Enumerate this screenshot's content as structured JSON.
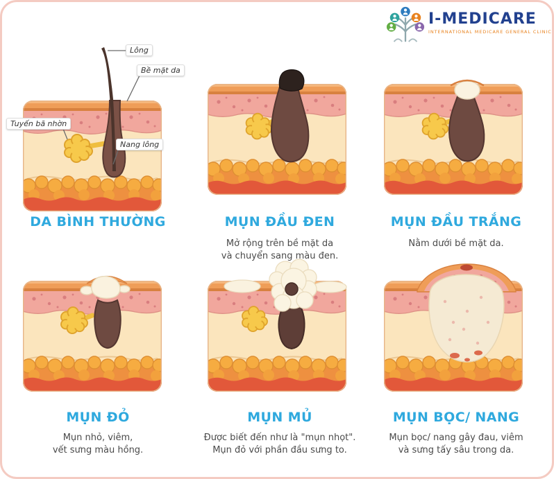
{
  "logo": {
    "title": "I-MEDICARE",
    "subtitle": "International Medicare General Clinic"
  },
  "panels": [
    {
      "id": "normal-skin",
      "title": "DA BÌNH THƯỜNG",
      "labels": {
        "hair": "Lông",
        "surface": "Bề mặt da",
        "gland": "Tuyến bã nhờn",
        "follicle": "Nang lông"
      }
    },
    {
      "id": "blackhead",
      "title": "MỤN ĐẦU ĐEN",
      "caption": "Mở rộng trên bề mặt da\nvà chuyển sang màu đen."
    },
    {
      "id": "whitehead",
      "title": "MỤN ĐẦU TRẮNG",
      "caption": "Nằm dưới bề mặt da."
    },
    {
      "id": "papule",
      "title": "MỤN ĐỎ",
      "caption": "Mụn nhỏ, viêm,\nvết sưng màu hồng."
    },
    {
      "id": "pustule",
      "title": "MỤN MỦ",
      "caption": "Được biết đến như là \"mụn nhọt\".\nMụn đỏ với phần đầu sưng to."
    },
    {
      "id": "cyst",
      "title": "MỤN BỌC/ NANG",
      "caption": "Mụn bọc/ nang gây đau, viêm\nvà sưng tấy sâu trong da."
    }
  ],
  "colors": {
    "title_accent": "#2FA9DE",
    "caption_text": "#4A4A4A",
    "logo_navy": "#22418F",
    "logo_orange": "#E8821E",
    "border_pink": "#F4CBC2",
    "skin_top": "#EF9D58",
    "dermis_pink": "#F1A79D",
    "cream_layer": "#FBE5BD",
    "fat_orange": "#F6AC41",
    "deep_red": "#E2583A",
    "follicle_brown": "#6E4A41",
    "gland_yellow": "#F7C94B"
  }
}
